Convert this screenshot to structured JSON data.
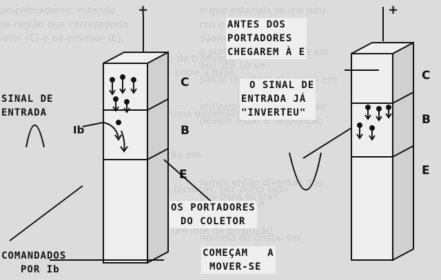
{
  "left_diagram": {
    "plus": "+",
    "collector": "C",
    "base": "B",
    "emitter": "E",
    "ib": "Ib"
  },
  "right_diagram": {
    "plus": "+",
    "collector": "C",
    "base": "B",
    "emitter": "E"
  },
  "labels": {
    "input_signal": [
      "SINAL DE",
      "ENTRADA"
    ],
    "before_carriers": [
      "ANTES DOS",
      "PORTADORES",
      "CHEGAREM À E"
    ],
    "signal_inverted": [
      "O SINAL DE",
      "ENTRADA JÁ",
      "\"INVERTEU\""
    ],
    "collector_carriers": [
      "OS PORTADORES",
      "DO COLETOR"
    ],
    "begin_move": [
      "COMEÇAM   A",
      "MOVER-SE"
    ],
    "commanded": [
      "COMANDADOS",
      "POR Ib"
    ]
  }
}
